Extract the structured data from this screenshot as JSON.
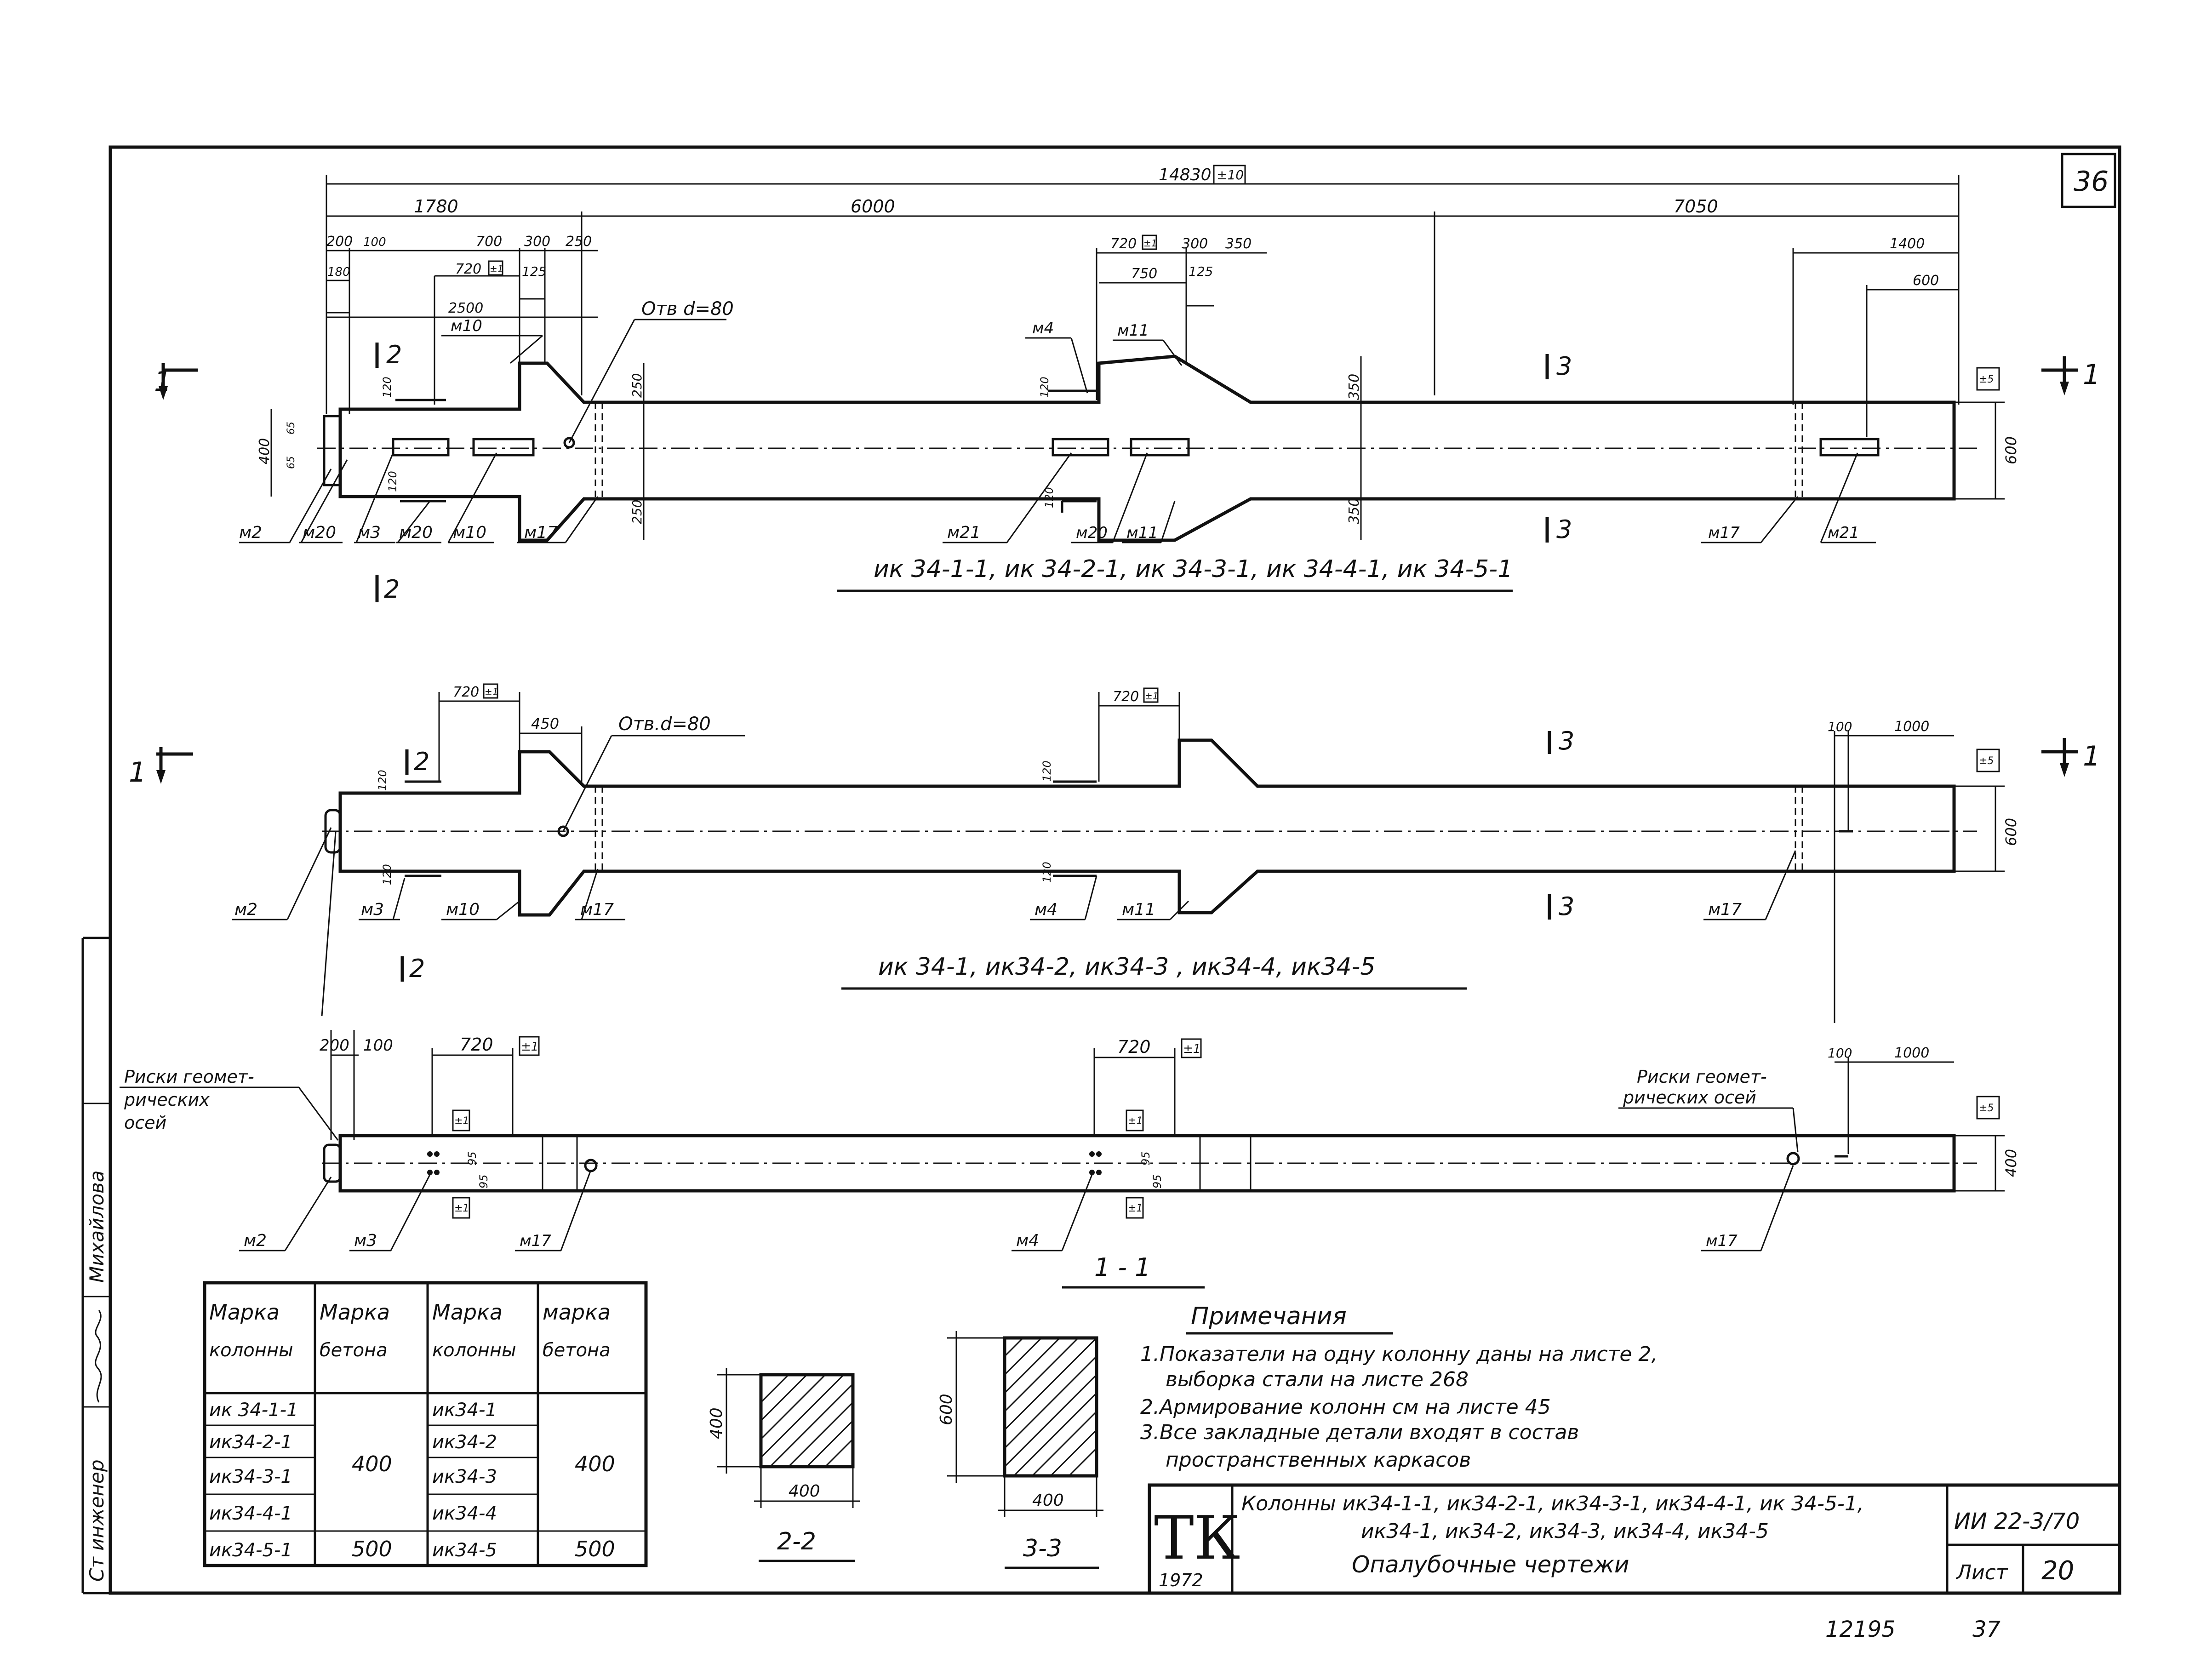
{
  "sheet": {
    "corner_number": "36",
    "bottom_numbers": [
      "12195",
      "37"
    ]
  },
  "elev1": {
    "dims": {
      "total": "14830",
      "total_tol": "±10",
      "seg1": "1780",
      "seg2": "6000",
      "seg3": "7050",
      "d200": "200",
      "d100": "100",
      "d180": "180",
      "d700": "700",
      "d300": "300",
      "d250": "250",
      "d720": "720",
      "tol1": "±1",
      "d125": "125",
      "d2500": "2500",
      "m720": "720",
      "m300": "300",
      "m350": "350",
      "m750": "750",
      "m125": "125",
      "d1400": "1400",
      "d600": "600",
      "h400": "400",
      "h65a": "65",
      "h65b": "65",
      "h120a": "120",
      "h120b": "120",
      "h250a": "250",
      "h250b": "250",
      "m120a": "120",
      "m120b": "120",
      "h350a": "350",
      "h350b": "350",
      "end_tol": "±5",
      "end_h": "600"
    },
    "hole_label": "Отв d=80",
    "labels": [
      "м2",
      "м20",
      "м3",
      "м20",
      "м10",
      "м17",
      "м10",
      "м4",
      "м11",
      "м21",
      "м20",
      "м11",
      "м17",
      "м21"
    ],
    "section_marks": {
      "s1": "1",
      "s2": "2",
      "s3": "3"
    },
    "caption": "ик 34-1-1, ик 34-2-1, ик 34-3-1, ик 34-4-1, ик 34-5-1"
  },
  "elev2": {
    "dims": {
      "d720": "720",
      "tol1": "±1",
      "d450": "450",
      "m720": "720",
      "mtol": "±1",
      "d100": "100",
      "d1000": "1000",
      "h120a": "120",
      "h120b": "120",
      "m120a": "120",
      "m120b": "120",
      "end_tol": "±5",
      "end_h": "600"
    },
    "hole_label": "Отв.d=80",
    "labels": [
      "м2",
      "м3",
      "м10",
      "м17",
      "м4",
      "м11",
      "м17"
    ],
    "caption": "ик 34-1, ик34-2, ик34-3 , ик34-4, ик34-5"
  },
  "plan": {
    "dims": {
      "d200": "200",
      "d100": "100",
      "d720": "720",
      "tol1": "±1",
      "m720": "720",
      "mtol": "±1",
      "d100b": "100",
      "d1000": "1000",
      "end_tol": "±5",
      "end_h": "400",
      "s95a": "95",
      "s95b": "95",
      "s95c": "95",
      "s95d": "95",
      "t1": "±1",
      "t2": "±1",
      "t3": "±1",
      "t4": "±1"
    },
    "note_left": [
      "Риски геомет-",
      "рических",
      "осей"
    ],
    "note_right": [
      "Риски геомет-",
      "рических осей"
    ],
    "labels": [
      "м2",
      "м3",
      "м17",
      "м4",
      "м17"
    ],
    "caption": "1 - 1"
  },
  "concrete_table": {
    "headers": [
      "Марка колонны",
      "Марка бетона",
      "Марка колонны",
      "Марка бетона"
    ],
    "header_lines": [
      [
        "Марка",
        "колонны"
      ],
      [
        "Марка",
        "бетона"
      ],
      [
        "Марка",
        "колонны"
      ],
      [
        "марка",
        "бетона"
      ]
    ],
    "left_cols": [
      "ик 34-1-1",
      "ик34-2-1",
      "ик34-3-1",
      "ик34-4-1",
      "ик34-5-1"
    ],
    "right_cols": [
      "ик34-1",
      "ик34-2",
      "ик34-3",
      "ик34-4",
      "ик34-5"
    ],
    "concrete_main": "400",
    "concrete_last": "500"
  },
  "section22": {
    "width": "400",
    "height": "400",
    "caption": "2-2"
  },
  "section33": {
    "width": "400",
    "height": "600",
    "caption": "3-3"
  },
  "notes": {
    "title": "Примечания",
    "lines": [
      "1.Показатели на одну колонну даны на листе 2,",
      "выборка стали на листе 268",
      "2.Армирование колонн см на листе 45",
      "3.Все закладные детали входят в состав",
      "пространственных каркасов"
    ]
  },
  "titleblock": {
    "logo": "ТК",
    "year": "1972",
    "title_lines": [
      "Колонны ик34-1-1, ик34-2-1, ик34-3-1, ик34-4-1, ик 34-5-1,",
      "ик34-1, ик34-2, ик34-3, ик34-4, ик34-5",
      "Опалубочные чертежи"
    ],
    "series": "ИИ 22-3/70",
    "sheet_label": "Лист",
    "sheet_no": "20"
  },
  "stamp": {
    "role": "Ст инженер",
    "name": "Михайлова"
  }
}
